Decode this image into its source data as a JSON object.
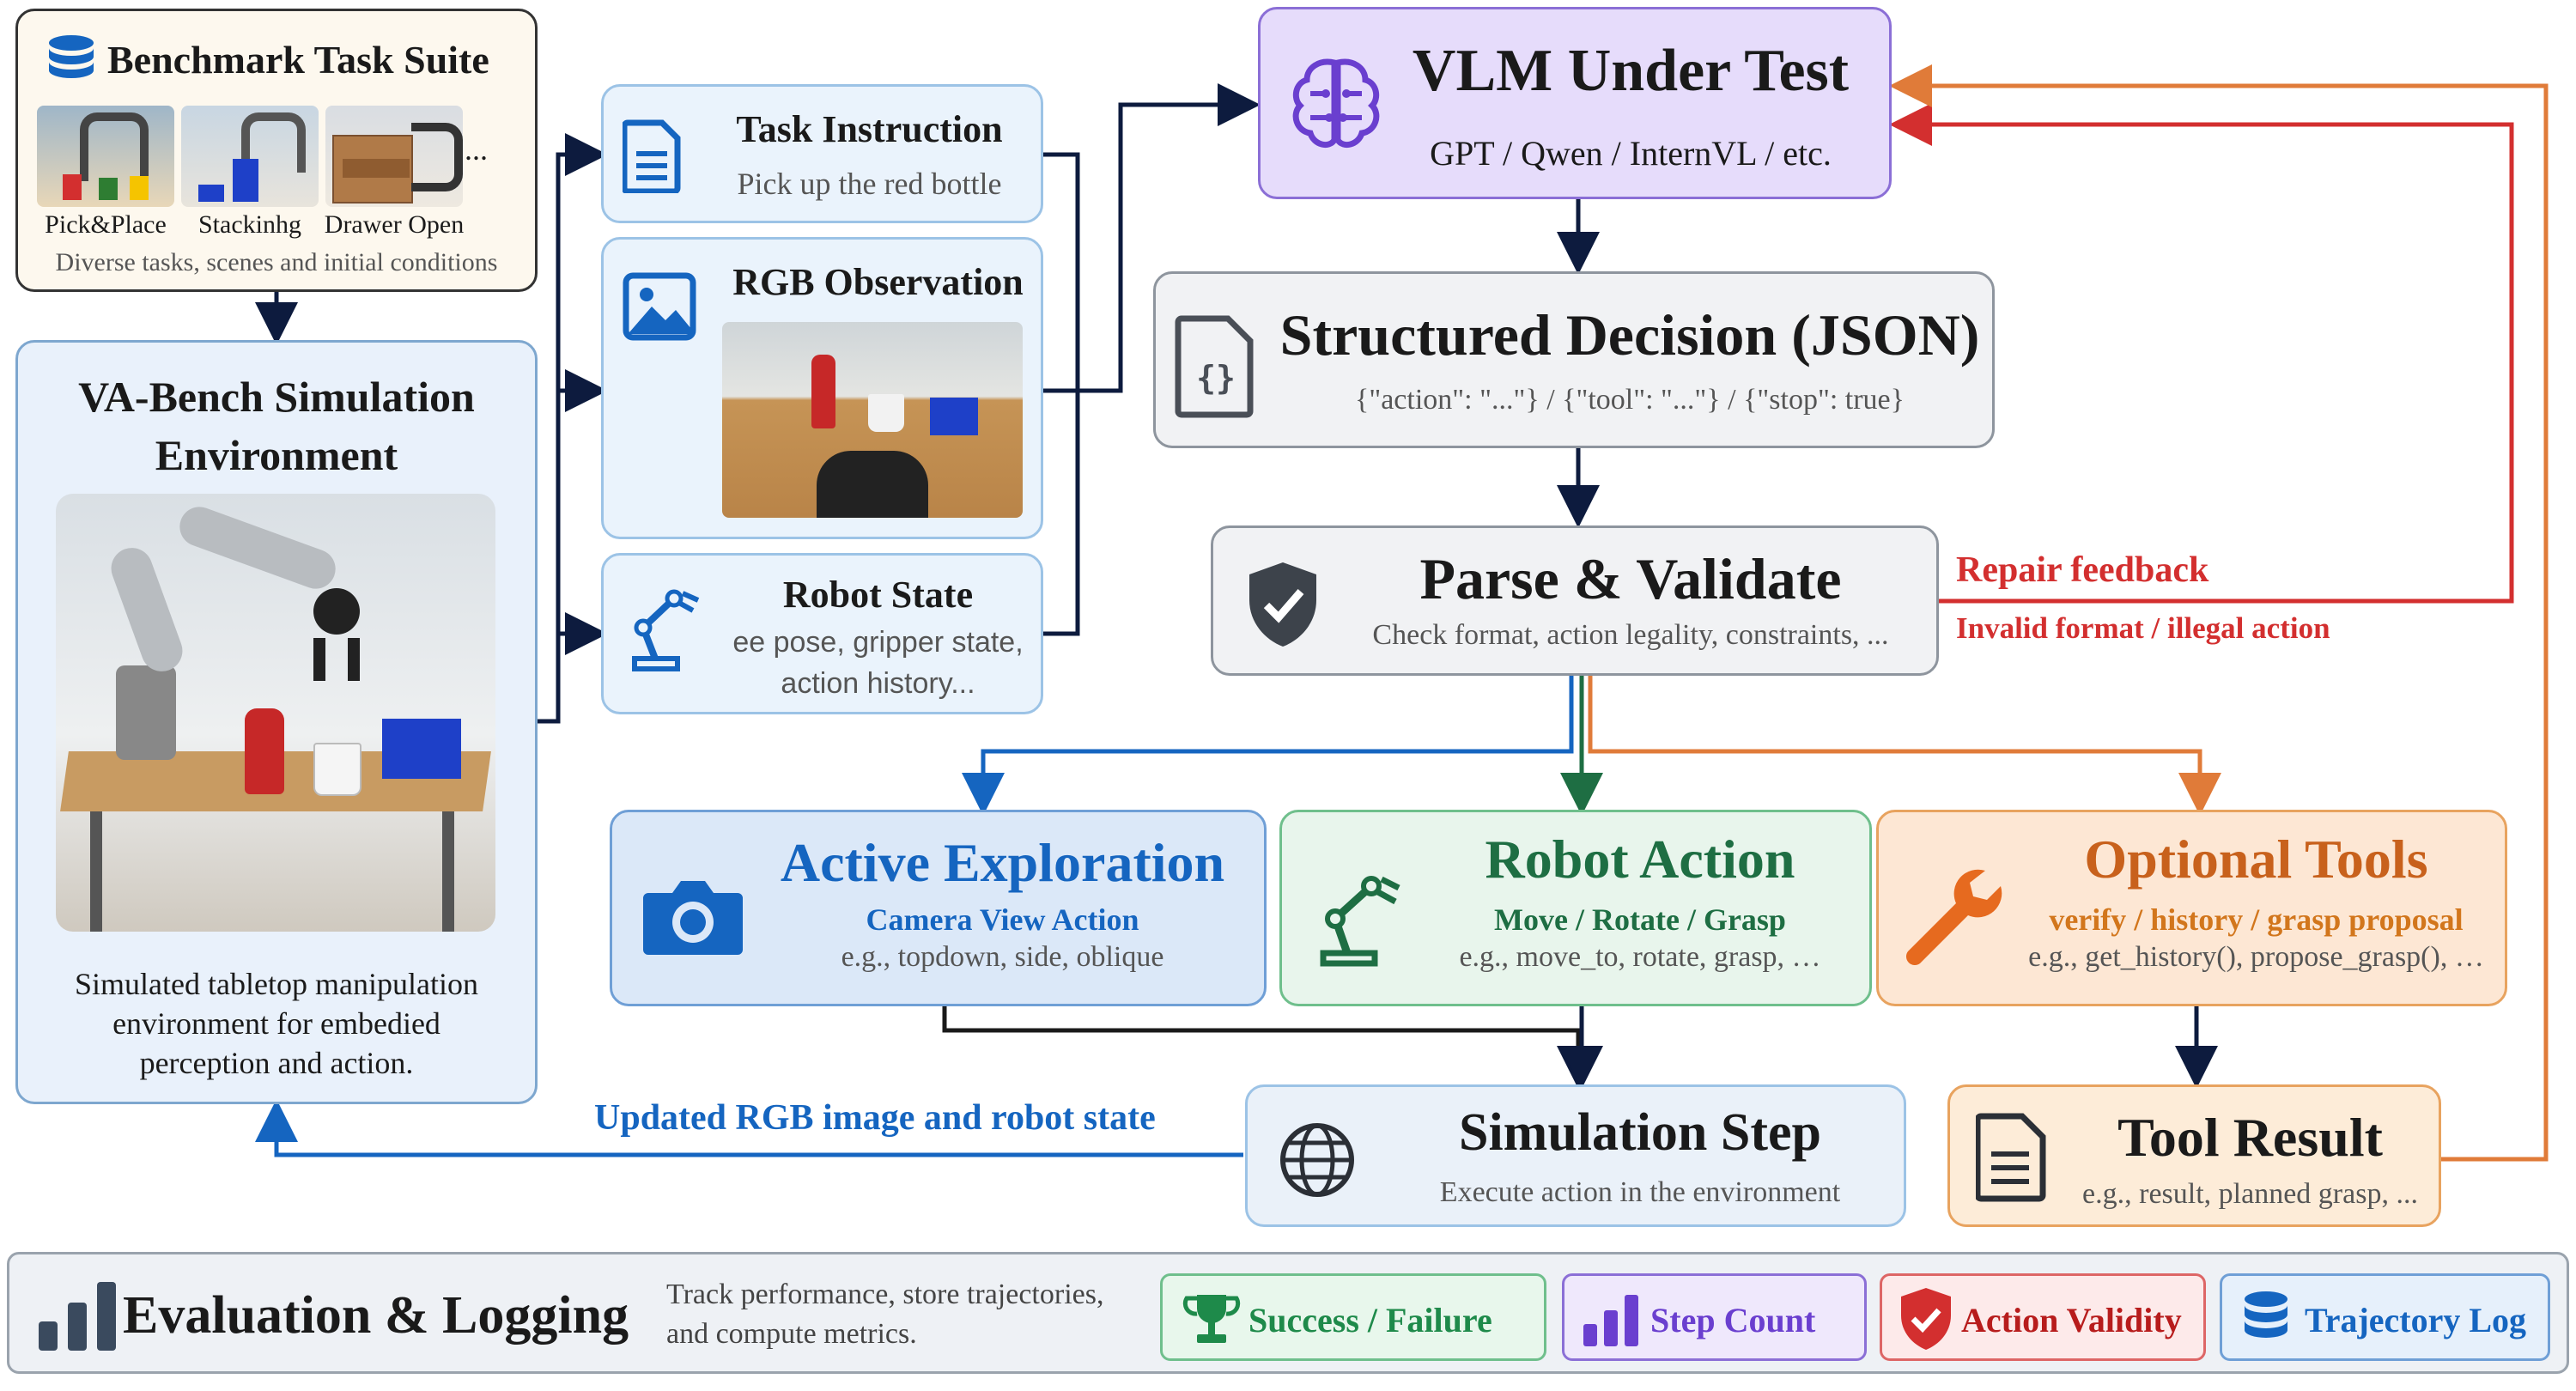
{
  "suite": {
    "title": "Benchmark Task Suite",
    "tasks": [
      "Pick&Place",
      "Stackinhg",
      "Drawer Open"
    ],
    "ellipsis": "...",
    "caption": "Diverse tasks, scenes and initial conditions"
  },
  "env": {
    "title_line1": "VA-Bench Simulation",
    "title_line2": "Environment",
    "desc_line1": "Simulated tabletop manipulation",
    "desc_line2": "environment for embedied",
    "desc_line3": "perception and action."
  },
  "inputs": {
    "task_title": "Task Instruction",
    "task_text": "Pick up the red bottle",
    "rgb_title": "RGB Observation",
    "state_title": "Robot State",
    "state_line1": "ee pose, gripper state,",
    "state_line2": "action history..."
  },
  "vlm": {
    "title": "VLM Under Test",
    "subtitle": "GPT / Qwen / InternVL / etc."
  },
  "decision": {
    "title": "Structured Decision (JSON)",
    "subtitle": "{\"action\": \"...\"} / {\"tool\": \"...\"} / {\"stop\": true}"
  },
  "parse": {
    "title": "Parse & Validate",
    "subtitle": "Check format, action legality, constraints, ..."
  },
  "repair": {
    "label1": "Repair feedback",
    "label2": "Invalid format / illegal action"
  },
  "explore": {
    "title": "Active Exploration",
    "sub1": "Camera View Action",
    "sub2": "e.g., topdown, side, oblique"
  },
  "robot_action": {
    "title": "Robot Action",
    "sub1": "Move / Rotate / Grasp",
    "sub2": "e.g., move_to, rotate, grasp, …"
  },
  "tools": {
    "title": "Optional Tools",
    "sub1": "verify / history / grasp proposal",
    "sub2": "e.g., get_history(), propose_grasp(), …"
  },
  "sim_step": {
    "title": "Simulation Step",
    "subtitle": "Execute action in the environment"
  },
  "tool_result": {
    "title": "Tool Result",
    "subtitle": "e.g., result, planned grasp, ..."
  },
  "update_label": "Updated RGB image and robot state",
  "eval": {
    "title": "Evaluation & Logging",
    "desc_line1": "Track performance, store trajectories,",
    "desc_line2": "and compute metrics.",
    "badges": [
      "Success / Failure",
      "Step Count",
      "Action Validity",
      "Trajectory Log"
    ]
  },
  "colors": {
    "blue": "#1565c0",
    "green": "#1e6e43",
    "orange": "#e07b39",
    "red": "#d32f2f",
    "purple": "#6a3fcf",
    "navy": "#0d1b3e"
  }
}
